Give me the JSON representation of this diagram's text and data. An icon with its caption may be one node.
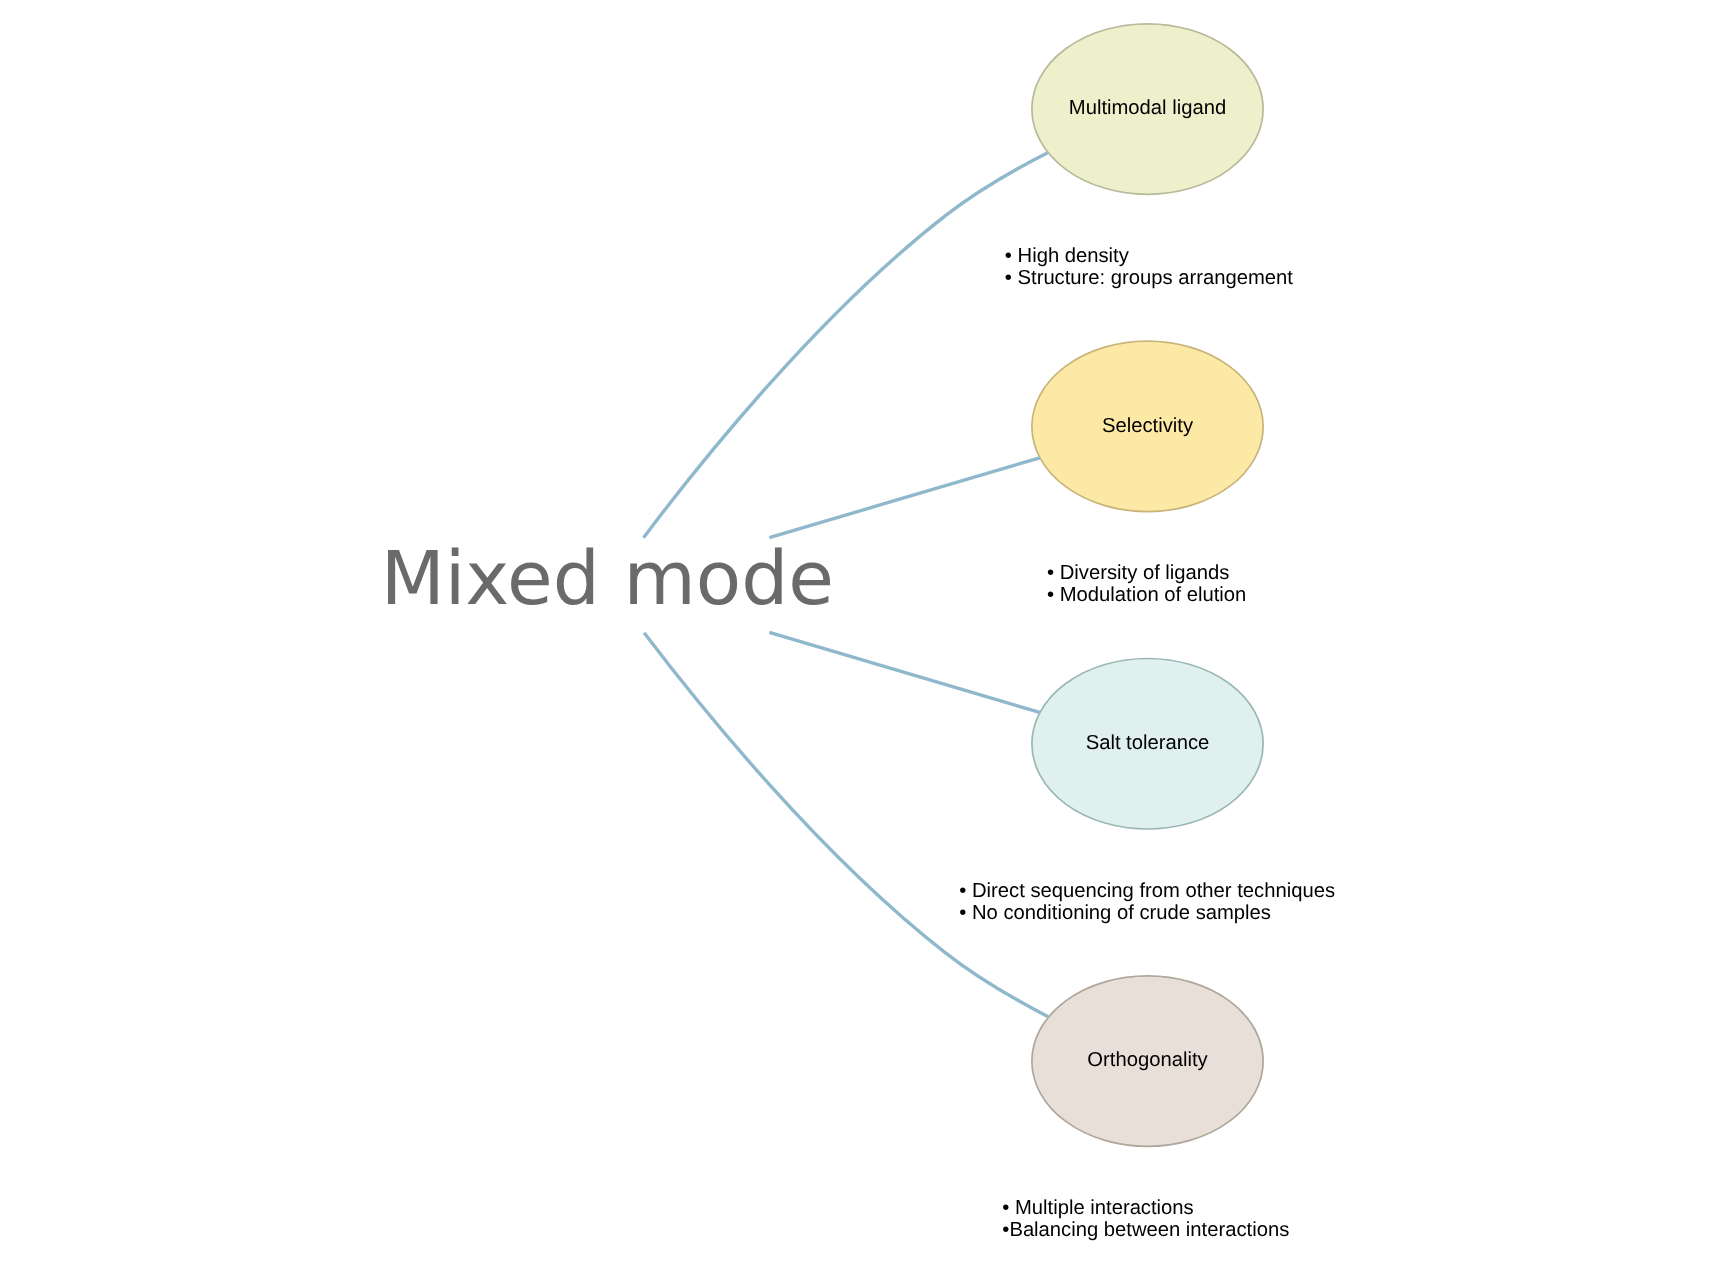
{
  "diagram": {
    "nodes": [
      {
        "text": [
          "Mixed mode"
        ]
      },
      {
        "text": [
          "Multimodal ligand"
        ],
        "beside": [
          "• High density",
          "• Structure: groups arrangement"
        ]
      },
      {
        "text": [
          "Selectivity"
        ],
        "beside": [
          "• Diversity of ligands",
          "• Modulation of elution"
        ]
      },
      {
        "text": [
          "Salt tolerance"
        ],
        "beside": [
          "• Direct sequencing from other techniques",
          "• No conditioning of crude samples"
        ]
      },
      {
        "text": [
          "Orthogonality"
        ],
        "beside": [
          "• Multiple interactions",
          "•Balancing between interactions"
        ]
      }
    ],
    "edges": [
      {
        "from": 0,
        "to": 1,
        "arrow": "none"
      },
      {
        "from": 0,
        "to": 2,
        "arrow": "none"
      },
      {
        "from": 0,
        "to": 3,
        "arrow": "none"
      },
      {
        "from": 0,
        "to": 4,
        "arrow": "none"
      }
    ]
  }
}
